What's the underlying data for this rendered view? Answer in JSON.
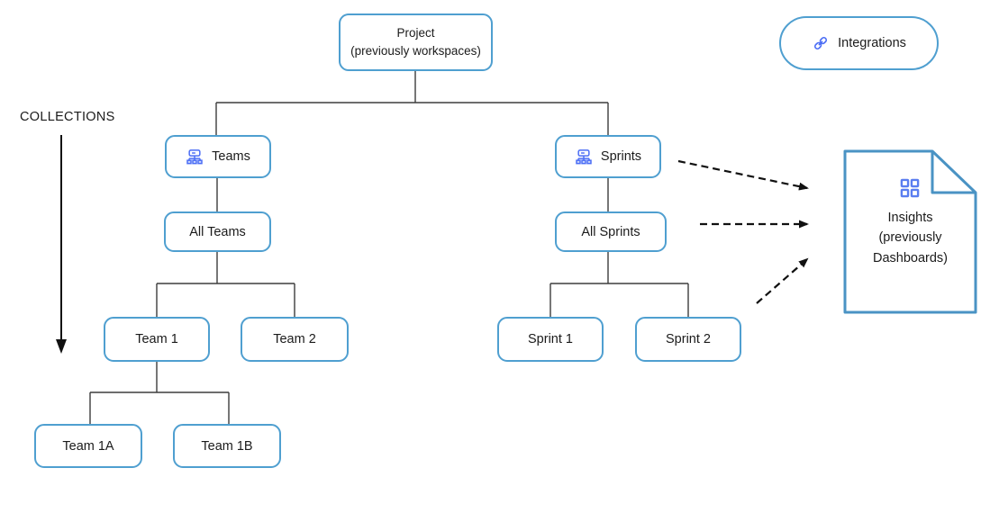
{
  "diagram": {
    "labels": {
      "collections": "COLLECTIONS"
    },
    "nodes": {
      "project": {
        "line1": "Project",
        "line2": "(previously workspaces)"
      },
      "teams": {
        "label": "Teams",
        "icon": "sitemap-icon"
      },
      "sprints": {
        "label": "Sprints",
        "icon": "sitemap-icon"
      },
      "all_teams": {
        "label": "All Teams"
      },
      "all_sprints": {
        "label": "All Sprints"
      },
      "team1": {
        "label": "Team 1"
      },
      "team2": {
        "label": "Team 2"
      },
      "team1a": {
        "label": "Team 1A"
      },
      "team1b": {
        "label": "Team 1B"
      },
      "sprint1": {
        "label": "Sprint 1"
      },
      "sprint2": {
        "label": "Sprint 2"
      },
      "integrations": {
        "label": "Integrations",
        "icon": "link-icon"
      },
      "insights": {
        "line1": "Insights",
        "line2": "(previously",
        "line3": "Dashboards)",
        "icon": "grid-icon"
      }
    },
    "colors": {
      "box_border": "#4f9fd0",
      "document_border": "#4a93c4",
      "icon_blue": "#4c6ef5",
      "connector_gray": "#3d3d3d",
      "arrow_black": "#111111"
    }
  }
}
